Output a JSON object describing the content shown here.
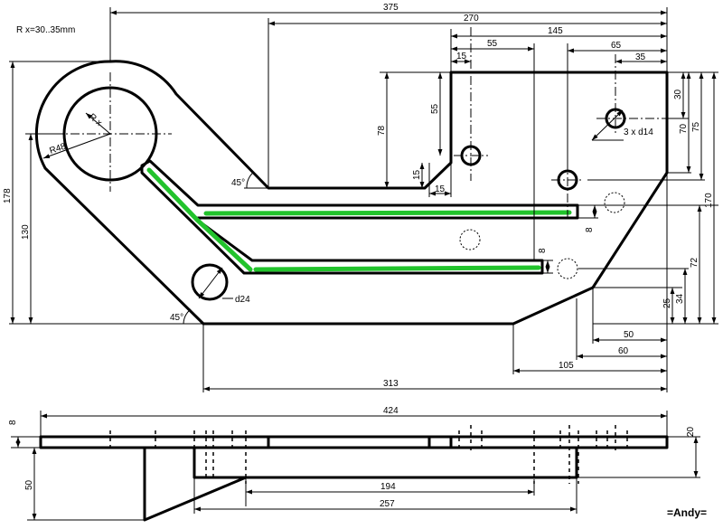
{
  "note": "R x=30..35mm",
  "signature": "=Andy=",
  "top_view": {
    "dims": {
      "d375": "375",
      "d270": "270",
      "d145": "145",
      "d55": "55",
      "d15a": "15",
      "d65": "65",
      "d35": "35",
      "d30": "30",
      "d70": "70",
      "d75": "75",
      "d170": "170",
      "d178": "178",
      "d130": "130",
      "d78": "78",
      "d55v": "55",
      "d15v": "15",
      "d15h": "15",
      "d8a": "8",
      "d8b": "8",
      "d72": "72",
      "d25": "25",
      "d34": "34",
      "d50": "50",
      "d60": "60",
      "d105": "105",
      "d313": "313",
      "d3xd14": "3 x d14",
      "d24": "d24",
      "rx": "R x",
      "r48": "R48",
      "a45a": "45°",
      "a45b": "45°"
    }
  },
  "side_view": {
    "dims": {
      "d424": "424",
      "d8": "8",
      "d20": "20",
      "d50": "50",
      "d194": "194",
      "d257": "257"
    }
  }
}
